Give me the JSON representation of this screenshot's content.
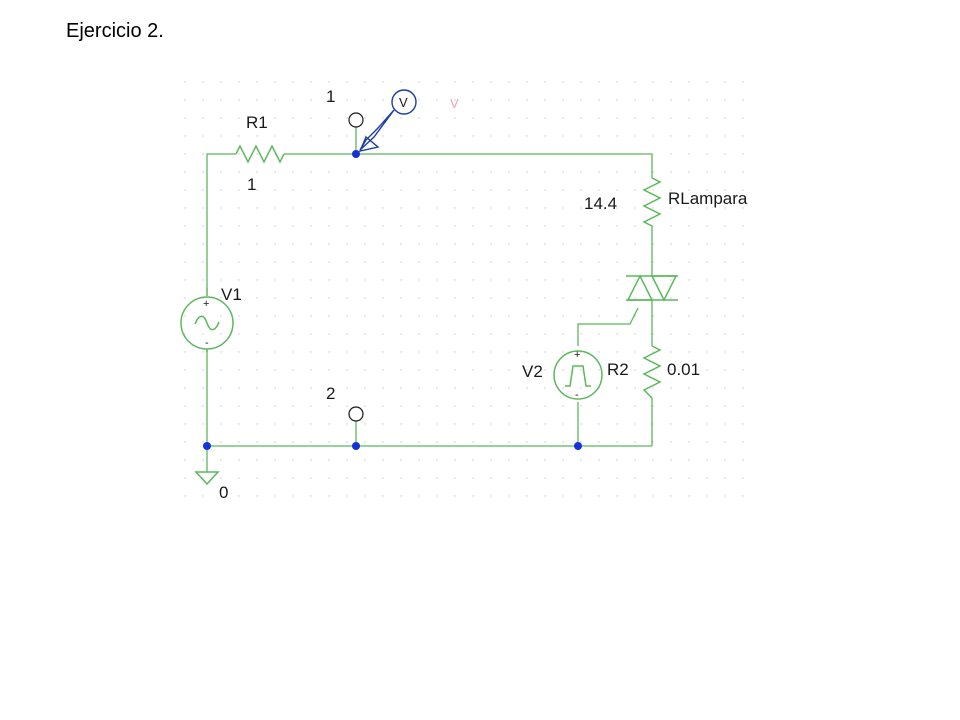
{
  "title": "Ejercicio 2.",
  "components": {
    "r1": {
      "name": "R1",
      "value": "1"
    },
    "rlampara": {
      "name": "RLampara",
      "value": "14.4"
    },
    "r2": {
      "name": "R2",
      "value": "0.01"
    },
    "v1": {
      "name": "V1",
      "plus": "+",
      "minus": "-"
    },
    "v2": {
      "name": "V2",
      "plus": "+",
      "minus": "-"
    }
  },
  "nodes": {
    "node1": "1",
    "node2": "2",
    "ground": "0"
  },
  "probe": {
    "letter": "V",
    "unit": "V"
  },
  "colors": {
    "wire": "#5cb85c",
    "junction": "#1432d6",
    "probe": "#1a3fa0",
    "probe_unit": "#f2a3b6"
  }
}
